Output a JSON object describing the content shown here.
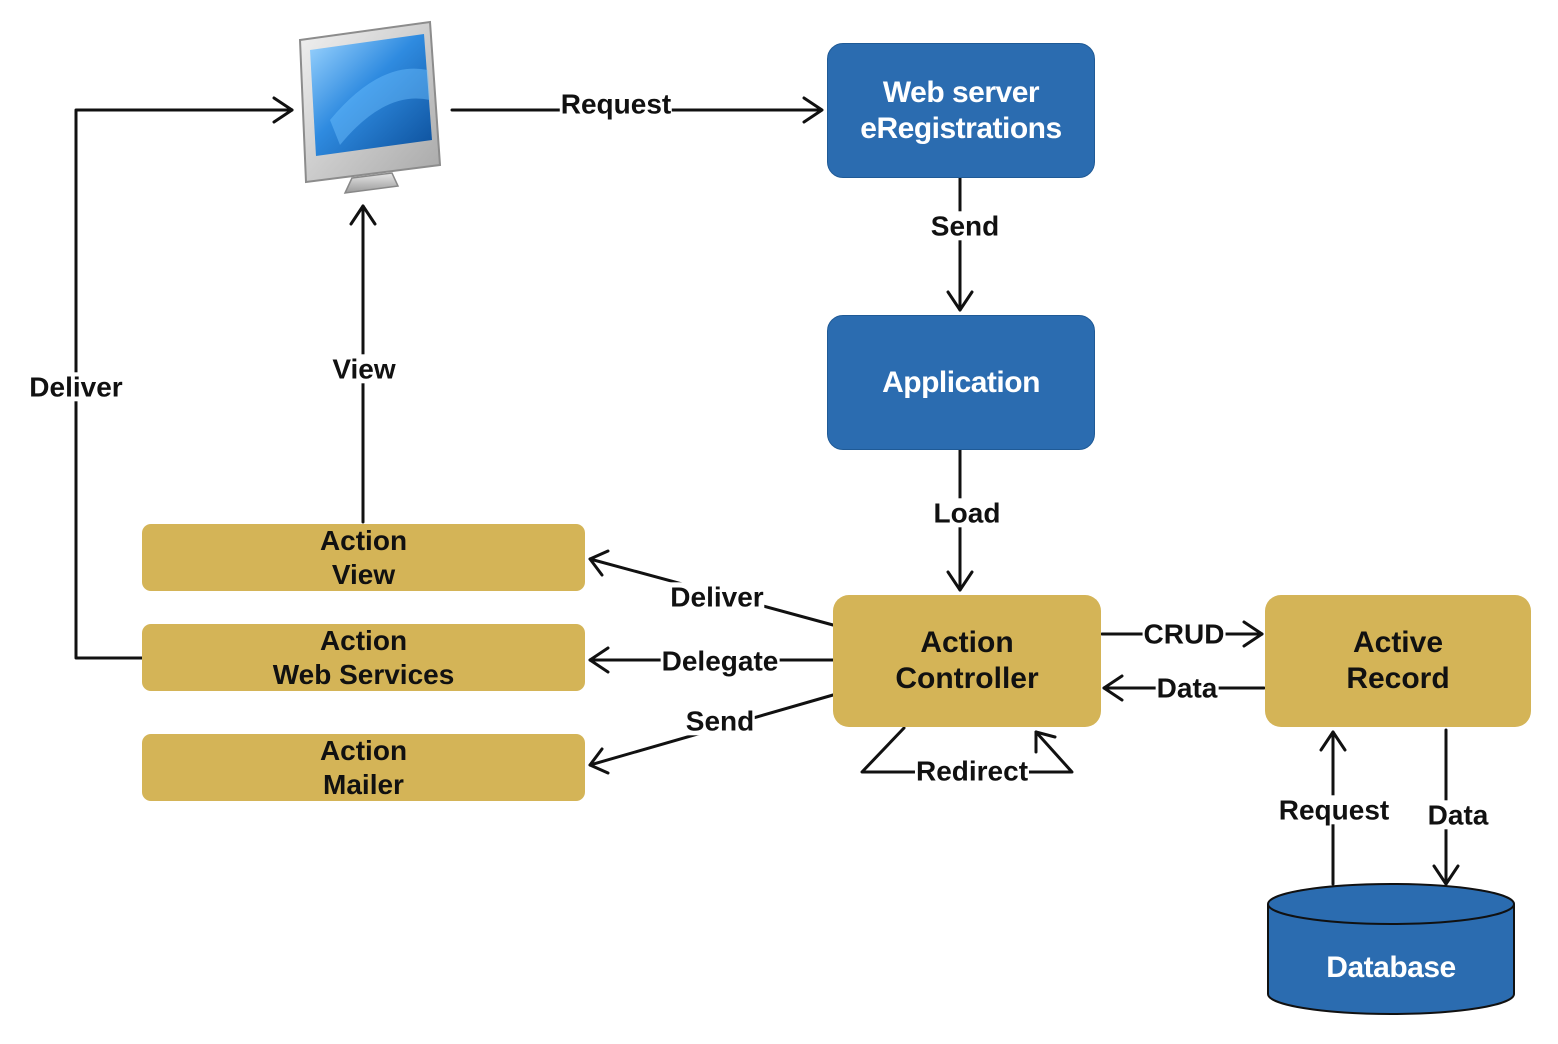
{
  "nodes": {
    "web_server": [
      "Web server",
      "eRegistrations"
    ],
    "application": [
      "Application"
    ],
    "action_view": [
      "Action",
      "View"
    ],
    "action_web_services": [
      "Action",
      "Web Services"
    ],
    "action_mailer": [
      "Action",
      "Mailer"
    ],
    "action_controller": [
      "Action",
      "Controller"
    ],
    "active_record": [
      "Active",
      "Record"
    ],
    "database": "Database"
  },
  "edges": {
    "request_top": "Request",
    "send_top": "Send",
    "load": "Load",
    "view": "View",
    "deliver_left": "Deliver",
    "deliver_mid": "Deliver",
    "delegate": "Delegate",
    "send_mid": "Send",
    "crud": "CRUD",
    "data_back": "Data",
    "redirect": "Redirect",
    "request_db": "Request",
    "data_db": "Data"
  },
  "colors": {
    "blue_node": "#2b6cb0",
    "gold_node": "#d4b457",
    "arrow": "#111111"
  },
  "icons": {
    "computer": "monitor-icon"
  }
}
